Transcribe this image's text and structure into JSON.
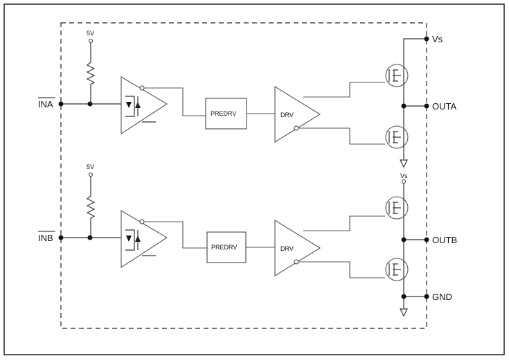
{
  "pins": {
    "ina": "INA",
    "inb": "INB",
    "vs": "Vs",
    "outa": "OUTA",
    "outb": "OUTB",
    "gnd": "GND"
  },
  "supply": {
    "pullup_a": "5V",
    "pullup_b": "5V",
    "vs_internal": "Vs"
  },
  "blocks": {
    "predrv_a": "PREDRV",
    "drv_a": "DRV",
    "predrv_b": "PREDRV",
    "drv_b": "DRV"
  }
}
